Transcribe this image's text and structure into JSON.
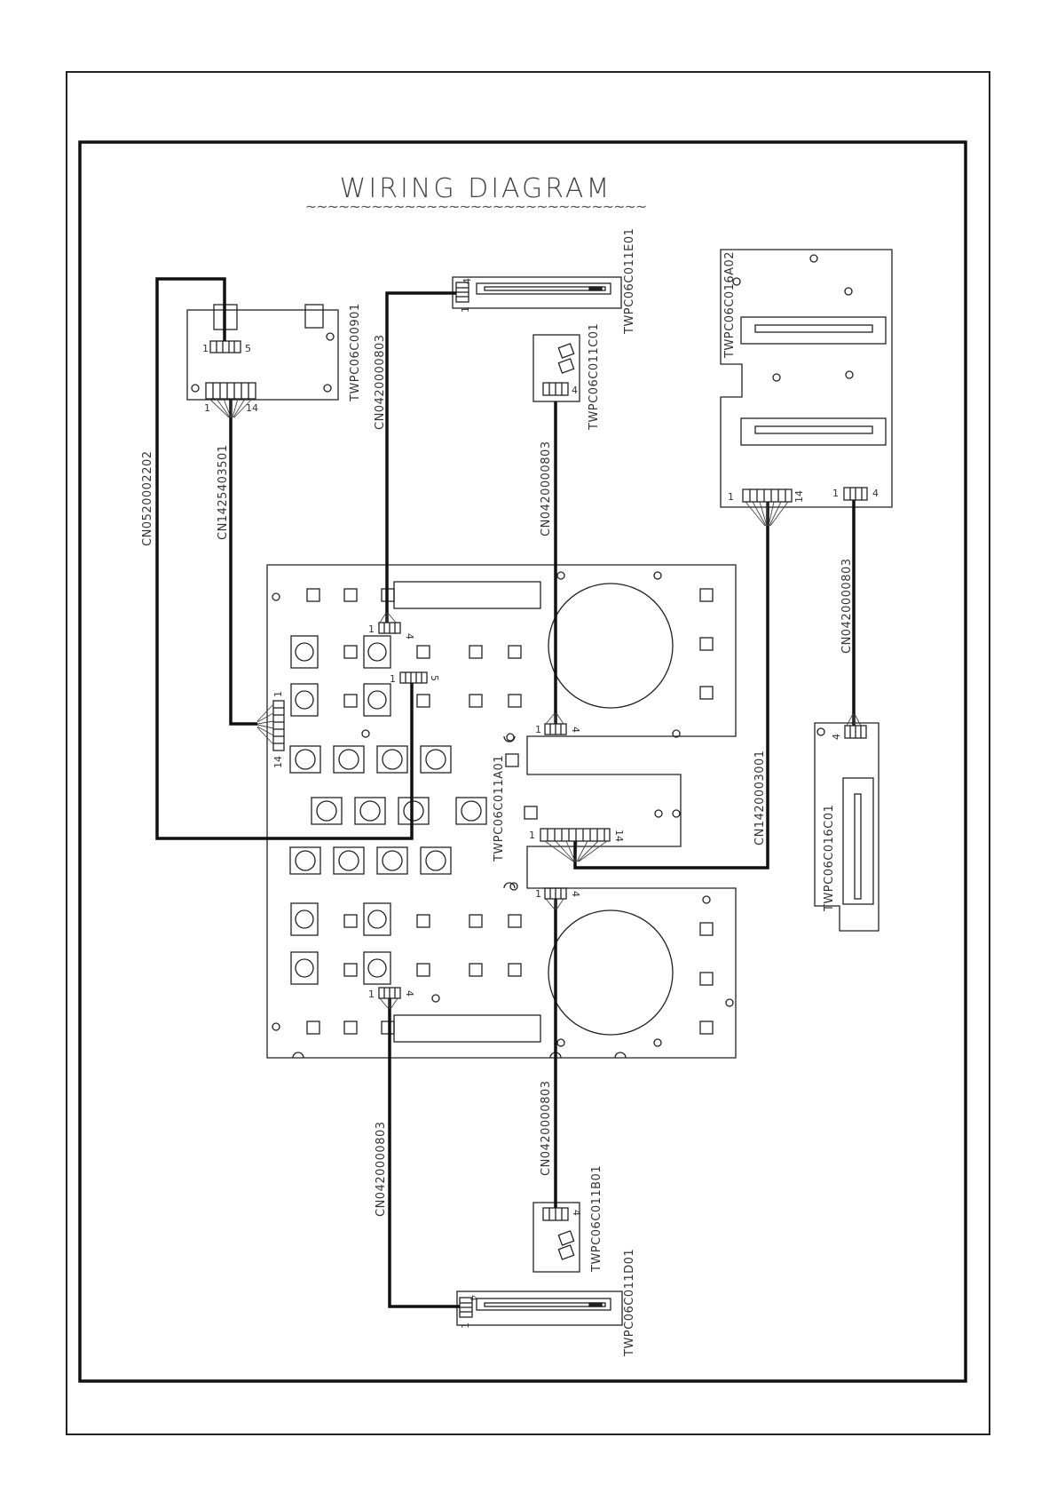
{
  "title": "WIRING DIAGRAM",
  "underline": "~~~~~~~~~~~~~~~~~~~~~~~~~~~~~~~",
  "boards": {
    "b0901": "TWPC06C00901",
    "b011e01": "TWPC06C011E01",
    "b011c01": "TWPC06C011C01",
    "b016a02": "TWPC06C016A02",
    "b011a01": "TWPC06C011A01",
    "b016c01": "TWPC06C016C01",
    "b011b01": "TWPC06C011B01",
    "b011d01": "TWPC06C011D01"
  },
  "cables": {
    "c_long": "CN0520002202",
    "c_flat14a": "CN1425403501",
    "c_e01": "CN0420000803",
    "c_c01": "CN0420000803",
    "c_a02_4": "CN0420000803",
    "c_a02_14": "CN1420003001",
    "c_b01": "CN0420000803",
    "c_d01": "CN0420000803"
  },
  "pins": {
    "p1": "1",
    "p4": "4",
    "p5": "5",
    "p14": "14"
  },
  "colors": {
    "line": "#222222",
    "wire": "#111111",
    "text": "#333333"
  }
}
